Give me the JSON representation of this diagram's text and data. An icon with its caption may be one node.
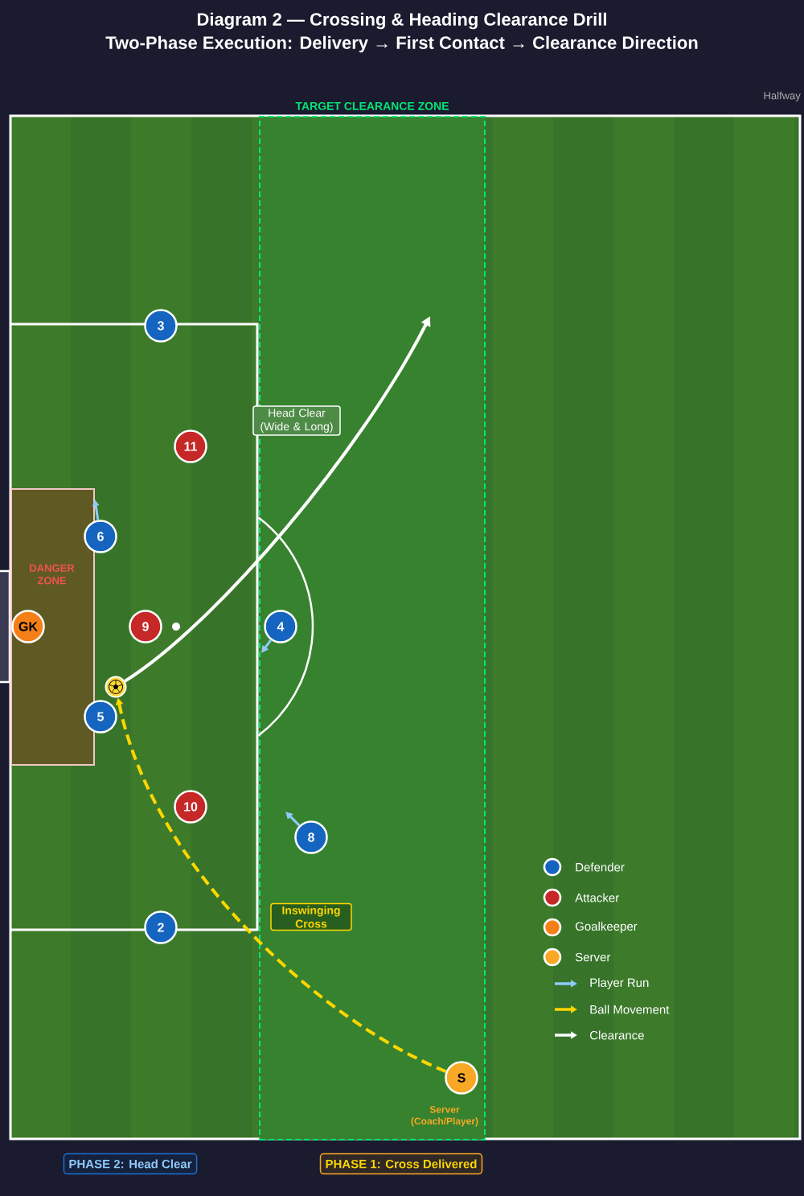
{
  "diagram": {
    "title": "Diagram 2 — Crossing & Heading Clearance Drill",
    "nodes": [
      {
        "text": [
          "TARGET CLEARANCE ZONE"
        ]
      },
      {
        "text": [
          "3"
        ]
      },
      {
        "text": [
          "Head Clear (Wide & Long)"
        ]
      },
      {
        "text": [
          "11"
        ]
      },
      {
        "text": [
          "DANGER ZONE"
        ]
      },
      {
        "text": [
          "6"
        ]
      },
      {
        "text": [
          "GK"
        ],
        "in": 4
      },
      {
        "text": [
          "9"
        ]
      },
      {
        "text": [
          "4"
        ],
        "in": 0
      },
      {
        "text": [],
        "shape": "ball"
      },
      {
        "text": [
          "5"
        ]
      },
      {
        "text": [
          "10"
        ]
      },
      {
        "text": [
          "8"
        ],
        "in": 0
      },
      {
        "text": [
          "Inswinging Cross"
        ],
        "in": 0
      },
      {
        "text": [
          "2"
        ]
      },
      {
        "text": [
          "S"
        ],
        "beside": [
          "Server (Coach/Player)"
        ],
        "in": 0
      },
      {
        "text": [
          "PHASE 2: Head Clear"
        ]
      },
      {
        "text": [
          "PHASE 1: Cross Delivered"
        ]
      }
    ],
    "edges": [
      {
        "from": 15,
        "to": 9,
        "arrow": "to",
        "style": "dashed",
        "color": "#ffd600"
      },
      {
        "from": 9,
        "to": null,
        "arrow": "to",
        "color": "#ffffff"
      },
      {
        "from": 5,
        "to": 4,
        "arrow": "to"
      },
      {
        "from": 8,
        "to": null,
        "arrow": "to"
      },
      {
        "from": 12,
        "to": null,
        "arrow": "to"
      }
    ],
    "labels": [
      "Two-Phase Execution: Delivery → First Contact → Clearance Direction",
      "Halfway"
    ],
    "legend": [
      {
        "text": "Defender",
        "color": "#1565c0"
      },
      {
        "text": "Attacker",
        "color": "#c62828"
      },
      {
        "text": "Goalkeeper",
        "color": "#f57f17"
      },
      {
        "text": "Server",
        "color": "#f9a825"
      },
      {
        "text": "Player Run"
      },
      {
        "text": "Ball Movement"
      },
      {
        "text": "Clearance"
      }
    ]
  }
}
